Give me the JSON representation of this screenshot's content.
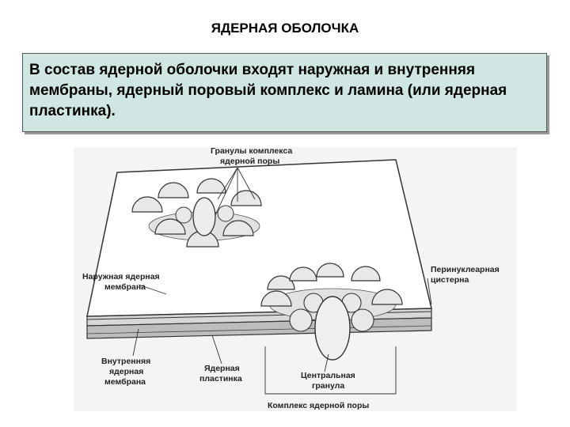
{
  "title": "ЯДЕРНАЯ ОБОЛОЧКА",
  "description": "В состав ядерной оболочки входят наружная и внутренняя мембраны, ядерный поровый комплекс и ламина (или ядерная пластинка).",
  "labels": {
    "granules_line1": "Гранулы комплекса",
    "granules_line2": "ядерной поры",
    "outer_line1": "Наружная ядерная",
    "outer_line2": "мембрана",
    "perinuclear_line1": "Перинуклеарная",
    "perinuclear_line2": "цистерна",
    "inner_line1": "Внутренняя",
    "inner_line2": "ядерная",
    "inner_line3": "мембрана",
    "lamina_line1": "Ядерная",
    "lamina_line2": "пластинка",
    "central_line1": "Центральная",
    "central_line2": "гранула",
    "complex": "Комплекс ядерной поры"
  }
}
